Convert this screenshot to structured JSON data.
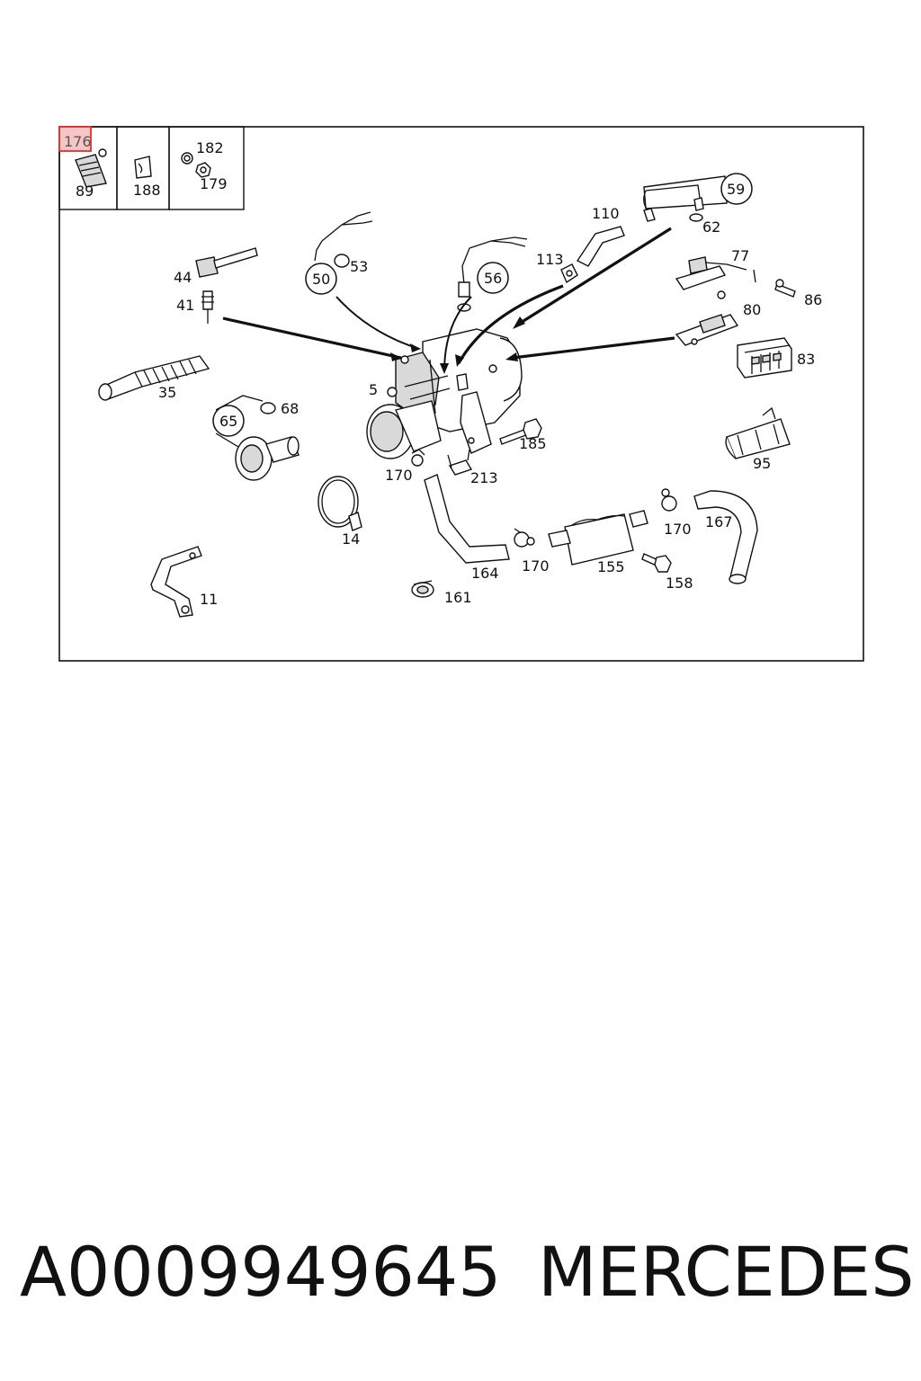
{
  "highlighted_part": "176",
  "inset_labels": [
    "89",
    "188",
    "182",
    "179"
  ],
  "circled_labels": [
    "59",
    "50",
    "56",
    "65"
  ],
  "labels": {
    "p62": "62",
    "p110": "110",
    "p53": "53",
    "p113": "113",
    "p77": "77",
    "p44": "44",
    "p86": "86",
    "p41": "41",
    "p80": "80",
    "p83": "83",
    "p5": "5",
    "p35": "35",
    "p68": "68",
    "p185": "185",
    "p95": "95",
    "p170a": "170",
    "p213": "213",
    "p170b": "170",
    "p167": "167",
    "p14": "14",
    "p164": "164",
    "p170c": "170",
    "p155": "155",
    "p158": "158",
    "p11": "11",
    "p161": "161"
  },
  "footer": {
    "part_number": "A0009949645",
    "brand": "MERCEDES"
  },
  "colors": {
    "highlight_border": "#e03030",
    "highlight_fill": "#f6c6c6"
  }
}
